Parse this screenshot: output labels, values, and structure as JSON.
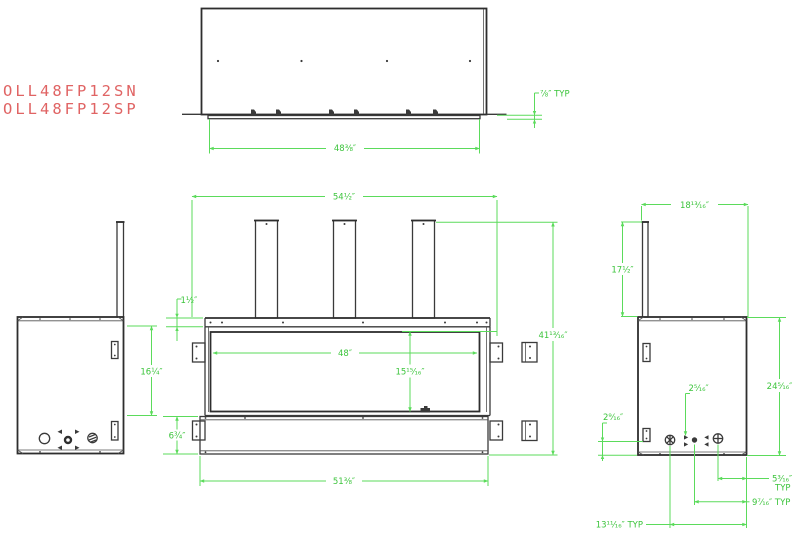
{
  "drawing": {
    "models": {
      "line1": "OLL48FP12SN",
      "line2": "OLL48FP12SP"
    },
    "colors": {
      "dimension_green": "#5bdb5b",
      "drawing_dark": "#3a3a3a",
      "model_red": "#e06464"
    },
    "views": {
      "top": {
        "label": "top-view",
        "dims": {
          "flange_width": "48⅜″",
          "flange_drop": "⅞″ TYP"
        }
      },
      "front": {
        "label": "front-view",
        "dims": {
          "overall_width": "54½″",
          "overall_height": "41¹³⁄₁₆″",
          "glass_width": "48″",
          "glass_height": "15¹⁵⁄₁₆″",
          "base_width": "51⅜″",
          "base_height": "6¾″",
          "top_flange_height": "1½″"
        }
      },
      "left": {
        "label": "left-side-view",
        "dims": {
          "opening_depth": "16¼″"
        }
      },
      "right": {
        "label": "right-side-view",
        "dims": {
          "overall_depth": "18¹³⁄₁₆″",
          "rear_flue_height": "17½″",
          "body_height": "24⁵⁄₁₆″",
          "valve_offset": "2⁵⁄₁₆″",
          "bracket_offset": "2⁹⁄₁₆″",
          "conn1": "5³⁄₁₆″",
          "conn1_typ": "TYP",
          "conn2": "9⁷⁄₁₆″ TYP",
          "conn3": "13¹¹⁄₁₆″ TYP"
        }
      }
    }
  }
}
